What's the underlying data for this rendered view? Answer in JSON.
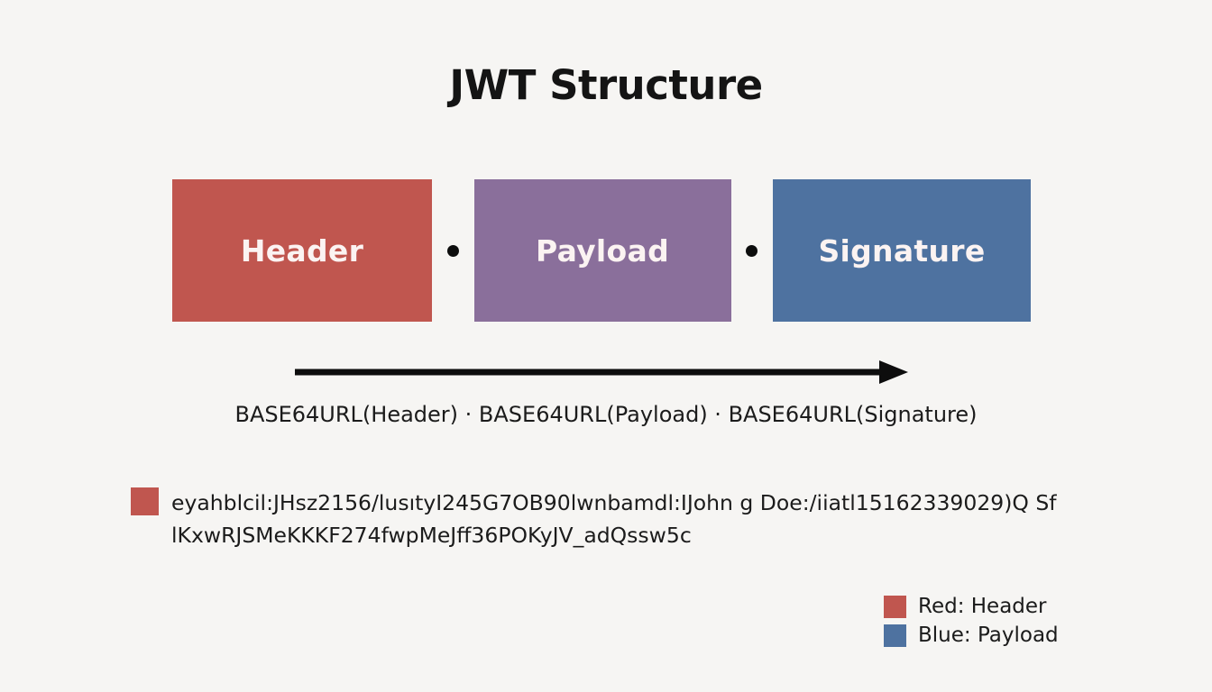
{
  "page": {
    "title": "JWT Structure",
    "background_color": "#f6f5f3",
    "text_color": "#1b1b1b"
  },
  "segments": [
    {
      "label": "Header",
      "color": "#c0564f"
    },
    {
      "label": "Payload",
      "color": "#8a6f9b"
    },
    {
      "label": "Signature",
      "color": "#4e72a0"
    }
  ],
  "separators": {
    "dot": "•",
    "color": "#0d0d0d"
  },
  "arrow": {
    "name": "right-arrow",
    "color": "#0d0d0d"
  },
  "caption": "BASE64URL(Header) · BASE64URL(Payload) · BASE64URL(Signature)",
  "token": {
    "swatch_color": "#c0564f",
    "line1": "eyahblcil:JHsz2156/lusıtyI245G7OB90lwnbamdl:IJohn g Doe:/iiatl15162339029)Q",
    "line2": "SflKxwRJSMeKKKF274fwpMeJff36POKyJV_adQssw5c"
  },
  "legend": [
    {
      "label": "Red: Header",
      "color": "#c0564f"
    },
    {
      "label": "Blue: Payload",
      "color": "#4e72a0"
    }
  ]
}
